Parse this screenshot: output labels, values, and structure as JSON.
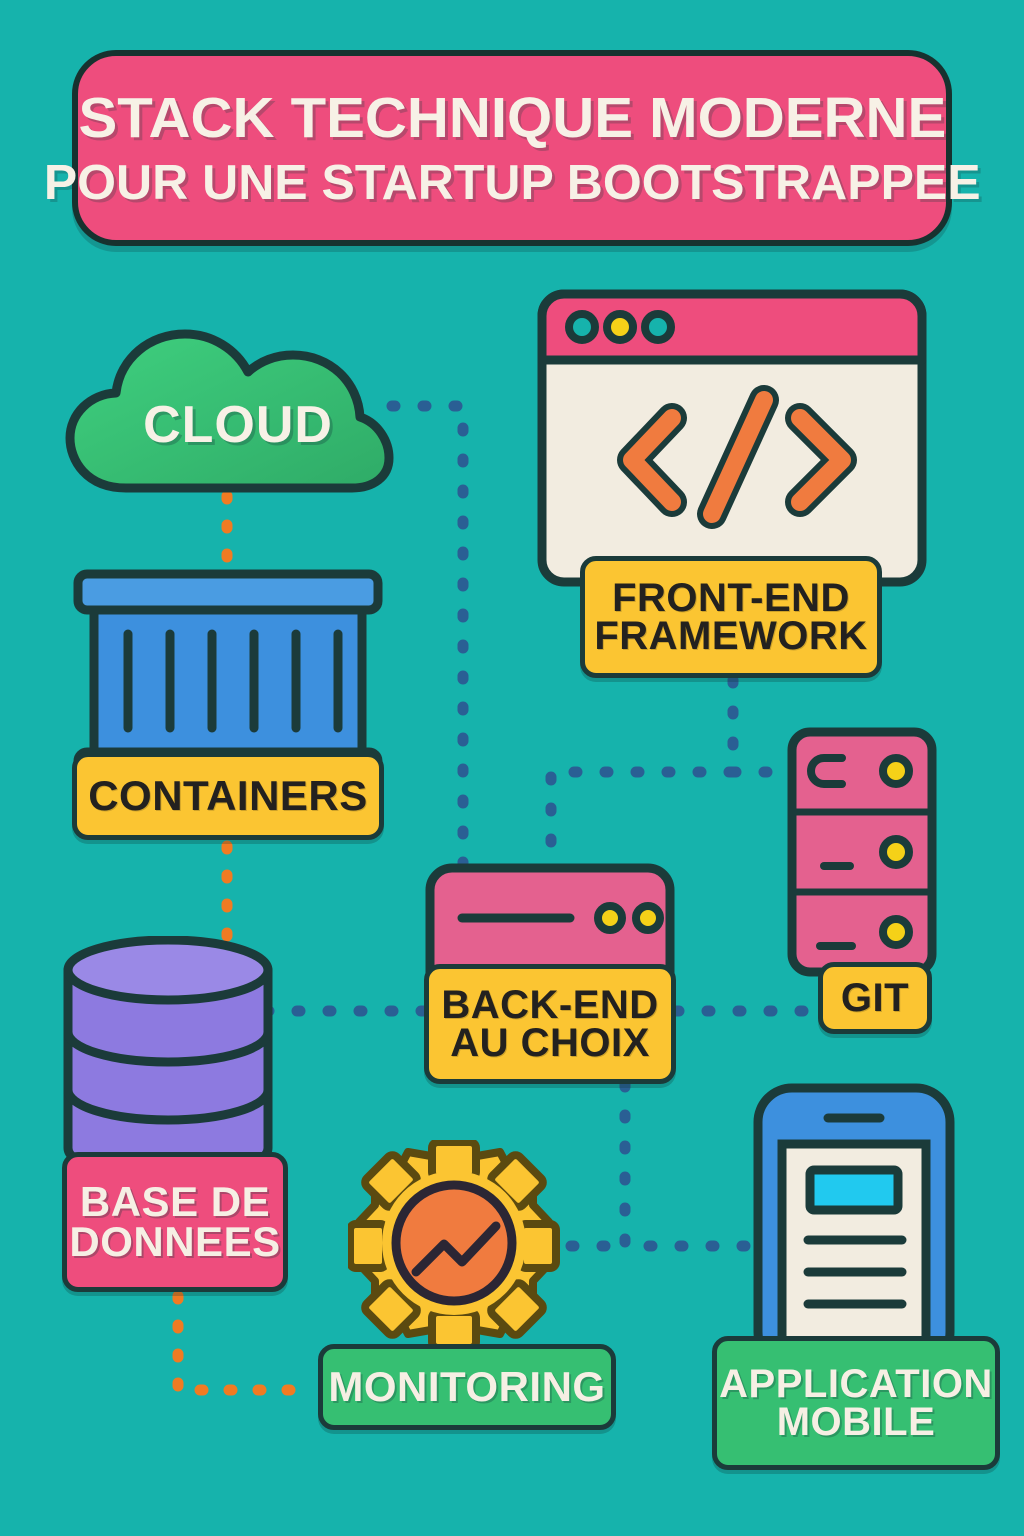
{
  "title": {
    "line1": "STACK TECHNIQUE MODERNE",
    "line2": "POUR UNE STARTUP BOOTSTRAPPEE"
  },
  "colors": {
    "background": "#16b3ac",
    "pink": "#ee4d7d",
    "yellow": "#fbc532",
    "green": "#36bf72",
    "blue": "#3d90de",
    "purple": "#8d7ae0",
    "orange": "#f07b3f",
    "cream": "#f2ece0",
    "outline": "#1b3b3a",
    "connector_blue": "#2a5f94",
    "connector_orange": "#f07b22",
    "cyan": "#21c9ef"
  },
  "nodes": [
    {
      "id": "cloud",
      "label": "CLOUD",
      "icon": "cloud-icon",
      "label_color": "green-fill"
    },
    {
      "id": "frontend",
      "label": "FRONT-END\nFRAMEWORK",
      "icon": "browser-window-icon",
      "label_color": "yellow"
    },
    {
      "id": "containers",
      "label": "CONTAINERS",
      "icon": "shipping-container-icon",
      "label_color": "yellow"
    },
    {
      "id": "backend",
      "label": "BACK-END\nAU CHOIX",
      "icon": "server-panel-icon",
      "label_color": "yellow"
    },
    {
      "id": "git",
      "label": "GIT",
      "icon": "server-rack-icon",
      "label_color": "yellow"
    },
    {
      "id": "database",
      "label": "BASE DE\nDONNEES",
      "icon": "database-cylinder-icon",
      "label_color": "pink"
    },
    {
      "id": "monitoring",
      "label": "MONITORING",
      "icon": "gear-chart-icon",
      "label_color": "green"
    },
    {
      "id": "mobile",
      "label": "APPLICATION\nMOBILE",
      "icon": "smartphone-icon",
      "label_color": "green"
    }
  ],
  "labels": {
    "cloud": "CLOUD",
    "containers": "CONTAINERS",
    "frontend_l1": "FRONT-END",
    "frontend_l2": "FRAMEWORK",
    "backend_l1": "BACK-END",
    "backend_l2": "AU CHOIX",
    "git": "GIT",
    "db_l1": "BASE DE",
    "db_l2": "DONNEES",
    "monitoring": "MONITORING",
    "mobile_l1": "APPLICATION",
    "mobile_l2": "MOBILE"
  },
  "connections": [
    {
      "from": "cloud",
      "to": "backend",
      "style": "dotted",
      "color": "#2a5f94"
    },
    {
      "from": "frontend",
      "to": "backend",
      "style": "dotted",
      "color": "#2a5f94"
    },
    {
      "from": "frontend",
      "to": "git",
      "style": "dotted",
      "color": "#2a5f94"
    },
    {
      "from": "database",
      "to": "backend",
      "style": "dotted",
      "color": "#2a5f94"
    },
    {
      "from": "backend",
      "to": "git",
      "style": "dotted",
      "color": "#2a5f94"
    },
    {
      "from": "backend",
      "to": "mobile",
      "style": "dotted",
      "color": "#2a5f94"
    },
    {
      "from": "monitoring",
      "to": "backend",
      "style": "dotted",
      "color": "#2a5f94"
    },
    {
      "from": "cloud",
      "to": "containers",
      "style": "dotted",
      "color": "#f07b22"
    },
    {
      "from": "containers",
      "to": "database",
      "style": "dotted",
      "color": "#f07b22"
    },
    {
      "from": "database",
      "to": "monitoring",
      "style": "dotted",
      "color": "#f07b22"
    }
  ]
}
